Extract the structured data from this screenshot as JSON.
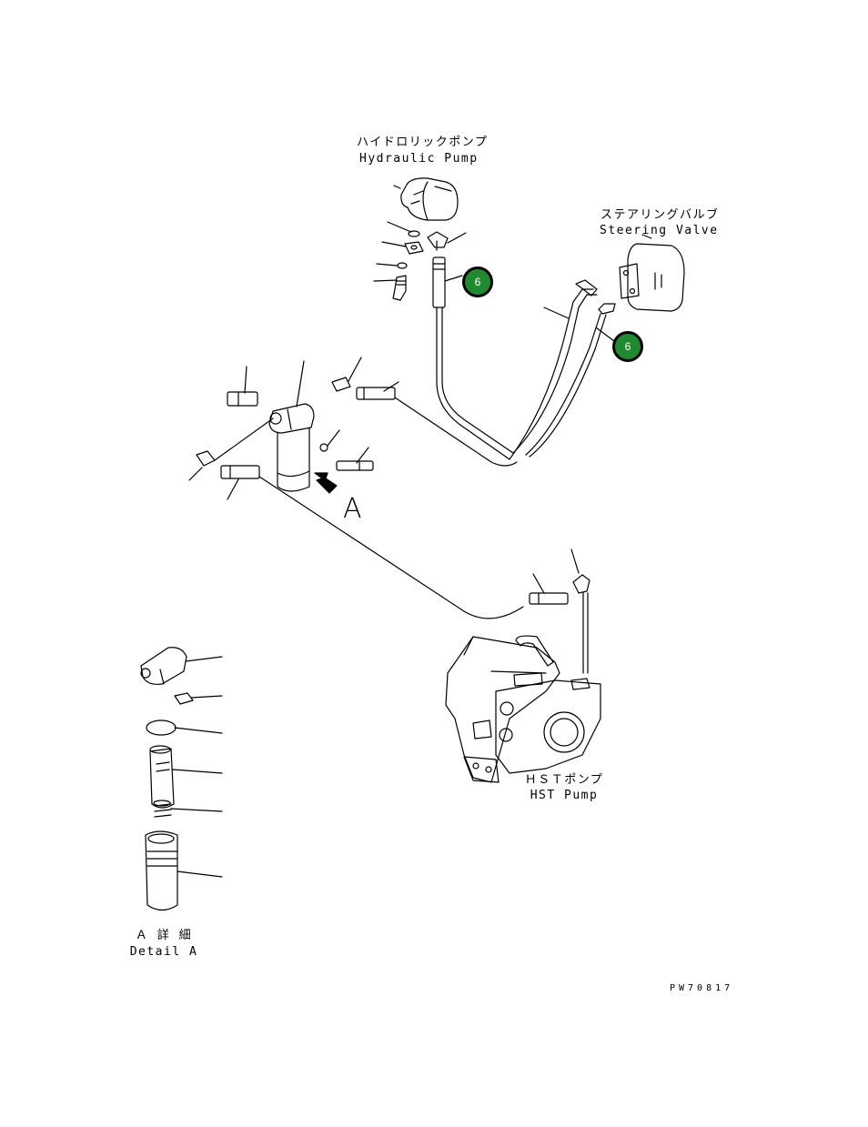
{
  "labels": {
    "hydraulic_pump_jp": "ハイドロリックポンプ",
    "hydraulic_pump_en": "Hydraulic Pump",
    "steering_valve_jp": "ステアリングバルブ",
    "steering_valve_en": "Steering Valve",
    "hst_pump_jp": "ＨＳＴポンプ",
    "hst_pump_en": "HST Pump",
    "view_a": "A",
    "detail_a_jp": "Ａ 詳 細",
    "detail_a_en": "Detail A",
    "drawing_code": "PW70817"
  },
  "callouts": [
    {
      "id": "callout-1",
      "text": "6"
    },
    {
      "id": "callout-2",
      "text": "6"
    }
  ],
  "colors": {
    "callout_fill": "#1f8a2f",
    "callout_text": "#ffffff",
    "line": "#000000"
  }
}
